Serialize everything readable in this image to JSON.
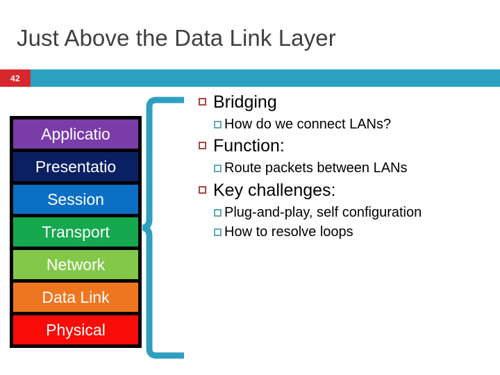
{
  "slide": {
    "title": "Just Above the Data Link Layer",
    "number": "42",
    "accent_color": "#2ba2c0",
    "badge_color": "#d8262f",
    "title_color": "#3f3f3f"
  },
  "osi_stack": {
    "layers": [
      {
        "label": "Applicatio",
        "color": "#7a3ca8"
      },
      {
        "label": "Presentatio",
        "color": "#0b1f63"
      },
      {
        "label": "Session",
        "color": "#0b6fc4"
      },
      {
        "label": "Transport",
        "color": "#16a84f"
      },
      {
        "label": "Network",
        "color": "#84c84a"
      },
      {
        "label": "Data Link",
        "color": "#ef7620"
      },
      {
        "label": "Physical",
        "color": "#f90c08"
      }
    ],
    "border_color": "#000000"
  },
  "brace": {
    "color": "#2f9fc0",
    "points_to": "Network / Data Link"
  },
  "bullets": [
    {
      "level": 1,
      "text": "Bridging",
      "marker": "square-outline-red"
    },
    {
      "level": 2,
      "text": "How do we connect LANs?",
      "marker": "square-outline-teal"
    },
    {
      "level": 1,
      "text": "Function:",
      "marker": "square-outline-red"
    },
    {
      "level": 2,
      "text": "Route packets between LANs",
      "marker": "square-outline-teal"
    },
    {
      "level": 1,
      "text": "Key challenges:",
      "marker": "square-outline-red"
    },
    {
      "level": 2,
      "text": "Plug-and-play, self configuration",
      "marker": "square-outline-teal"
    },
    {
      "level": 2,
      "text": "How to resolve loops",
      "marker": "square-outline-teal"
    }
  ],
  "marker_colors": {
    "level1": "#a94442",
    "level2": "#63a6b5"
  }
}
